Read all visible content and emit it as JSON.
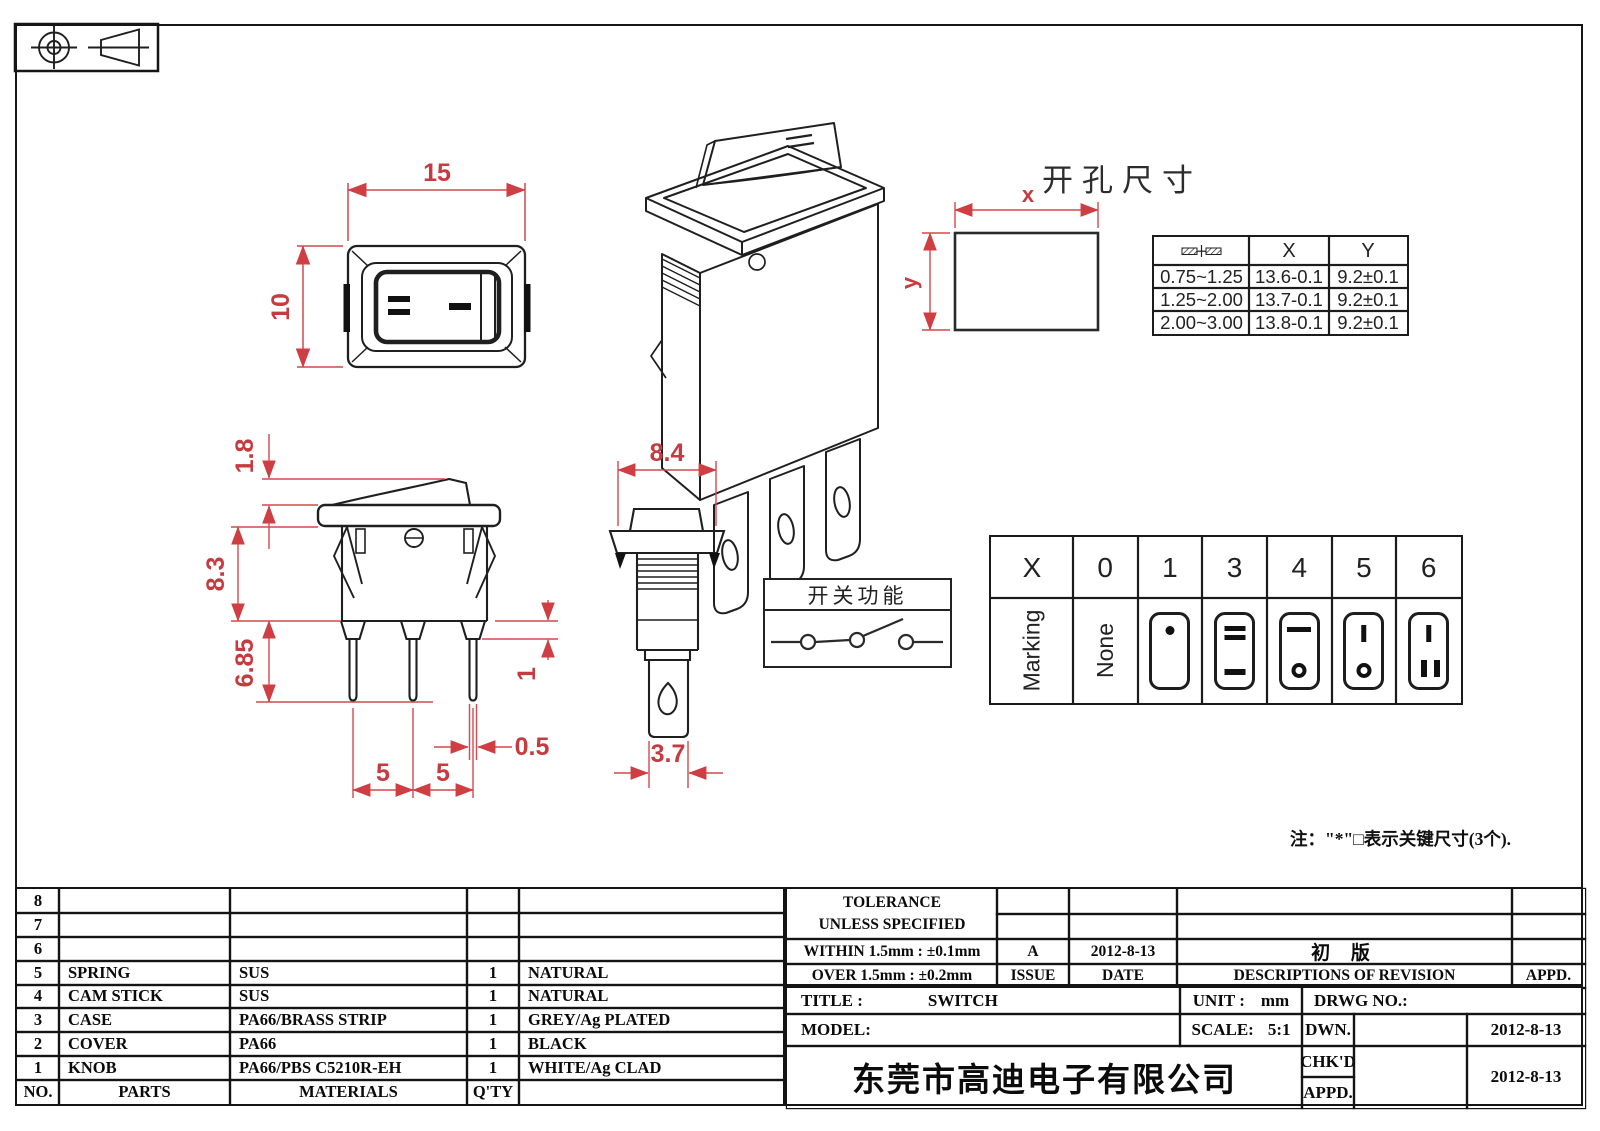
{
  "sheet": {
    "projection_symbol": "third-angle-projection"
  },
  "dims": {
    "front_width": "15",
    "front_height": "10",
    "rocker_above_bezel": "1.8",
    "body_height": "8.3",
    "terminal_length": "6.85",
    "shoulder_height": "1",
    "terminal_thickness": "0.5",
    "pin_pitch_1": "5",
    "pin_pitch_2": "5",
    "end_width": "8.4",
    "terminal_tab_width": "3.7"
  },
  "cutout": {
    "title": "开孔尺寸",
    "x_label": "x",
    "y_label": "y",
    "table": {
      "col_section_icon": "panel-thickness-section-icon",
      "col_x": "X",
      "col_y": "Y",
      "rows": [
        [
          "0.75~1.25",
          "13.6-0.1",
          "9.2±0.1"
        ],
        [
          "1.25~2.00",
          "13.7-0.1",
          "9.2±0.1"
        ],
        [
          "2.00~3.00",
          "13.8-0.1",
          "9.2±0.1"
        ]
      ]
    }
  },
  "function_box": {
    "title": "开关功能"
  },
  "marking_table": {
    "headers": [
      "X",
      "0",
      "1",
      "3",
      "4",
      "5",
      "6"
    ],
    "marking_label": "Marking",
    "none_label": "None",
    "symbols": [
      "keycap-dot",
      "keycap-double-bar-over-bar",
      "keycap-bar-over-circle",
      "keycap-line-over-circle",
      "keycap-line-over-double-line"
    ]
  },
  "note": {
    "text": "注：\"*\"□表示关键尺寸(3个)."
  },
  "parts_table": {
    "headers": {
      "no": "NO.",
      "parts": "PARTS",
      "materials": "MATERIALS",
      "qty": "Q'TY",
      "finish": ""
    },
    "rows": [
      {
        "no": "8",
        "part": "",
        "material": "",
        "qty": "",
        "finish": ""
      },
      {
        "no": "7",
        "part": "",
        "material": "",
        "qty": "",
        "finish": ""
      },
      {
        "no": "6",
        "part": "",
        "material": "",
        "qty": "",
        "finish": ""
      },
      {
        "no": "5",
        "part": "SPRING",
        "material": "SUS",
        "qty": "1",
        "finish": "NATURAL"
      },
      {
        "no": "4",
        "part": "CAM STICK",
        "material": "SUS",
        "qty": "1",
        "finish": "NATURAL"
      },
      {
        "no": "3",
        "part": "CASE",
        "material": "PA66/BRASS STRIP",
        "qty": "1",
        "finish": "GREY/Ag PLATED"
      },
      {
        "no": "2",
        "part": "COVER",
        "material": "PA66",
        "qty": "1",
        "finish": "BLACK"
      },
      {
        "no": "1",
        "part": "KNOB",
        "material": "PA66/PBS C5210R-EH",
        "qty": "1",
        "finish": "WHITE/Ag CLAD"
      }
    ]
  },
  "tolerance_block": {
    "title_line1": "TOLERANCE",
    "title_line2": "UNLESS  SPECIFIED",
    "within": "WITHIN  1.5mm : ±0.1mm",
    "over": "OVER  1.5mm : ±0.2mm",
    "issue_value": "A",
    "date_value": "2012-8-13",
    "revision_value": "初  版",
    "issue_label": "ISSUE",
    "date_label": "DATE",
    "revision_label": "DESCRIPTIONS  OF  REVISION",
    "appd_label": "APPD."
  },
  "title_block": {
    "title_label": "TITLE :",
    "title_value": "SWITCH",
    "unit_label": "UNIT :",
    "unit_value": "mm",
    "drwg_label": "DRWG  NO.:",
    "model_label": "MODEL:",
    "scale_label": "SCALE:",
    "scale_value": "5:1",
    "dwn_label": "DWN.",
    "dwn_date": "2012-8-13",
    "chkd_label": "CHK'D",
    "chkd_date": "2012-8-13",
    "appd_label": "APPD.",
    "company": "东莞市高迪电子有限公司"
  },
  "colors": {
    "dimension_red": "#c73a3f",
    "line_dark": "#1f1f1f"
  }
}
